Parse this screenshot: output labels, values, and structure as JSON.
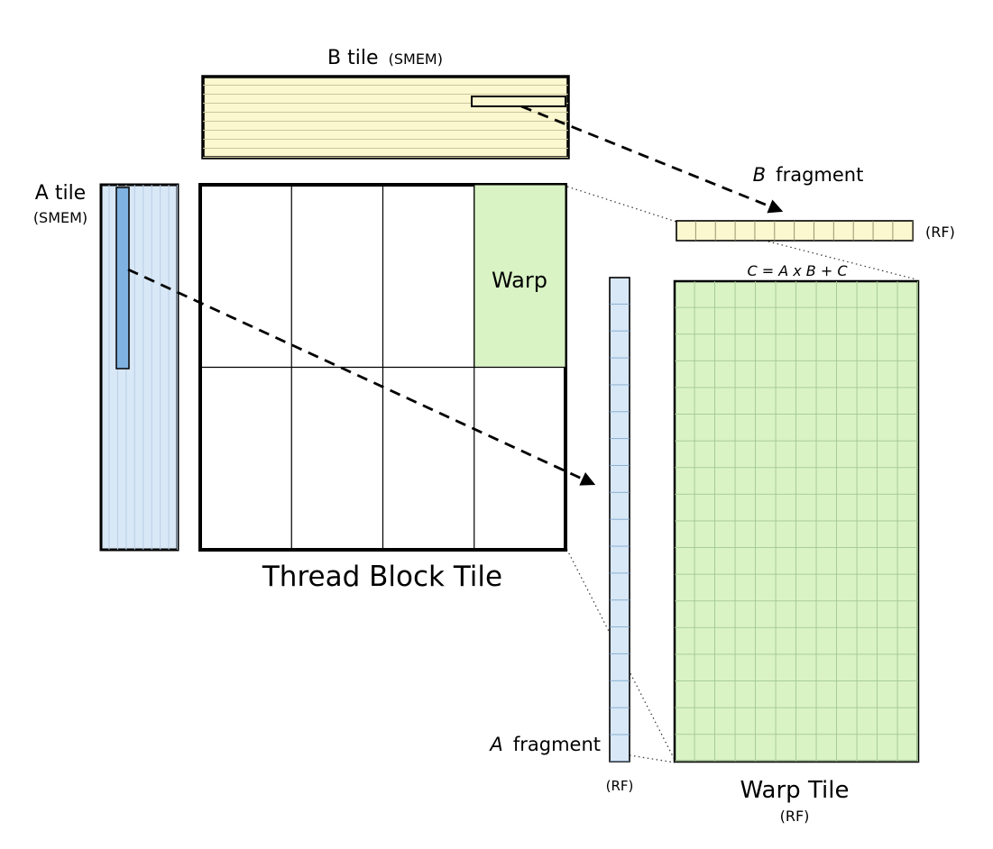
{
  "colors": {
    "yellow": "#FBF7CF",
    "blue_light": "#D9E8F7",
    "blue_dark": "#7FB2E0",
    "green": "#D9F3C5",
    "white": "#FFFFFF",
    "outline": "#000000"
  },
  "b_tile": {
    "title": "B tile",
    "mem": "(SMEM)"
  },
  "a_tile": {
    "title": "A tile",
    "mem": "(SMEM)"
  },
  "thread_block_tile": {
    "title": "Thread Block Tile",
    "warp": "Warp"
  },
  "b_fragment": {
    "name": "B",
    "word": "fragment",
    "rf": "(RF)"
  },
  "a_fragment": {
    "name": "A",
    "word": "fragment",
    "rf": "(RF)"
  },
  "warp_tile": {
    "title": "Warp Tile",
    "rf": "(RF)",
    "equation": "C = A x B + C"
  }
}
